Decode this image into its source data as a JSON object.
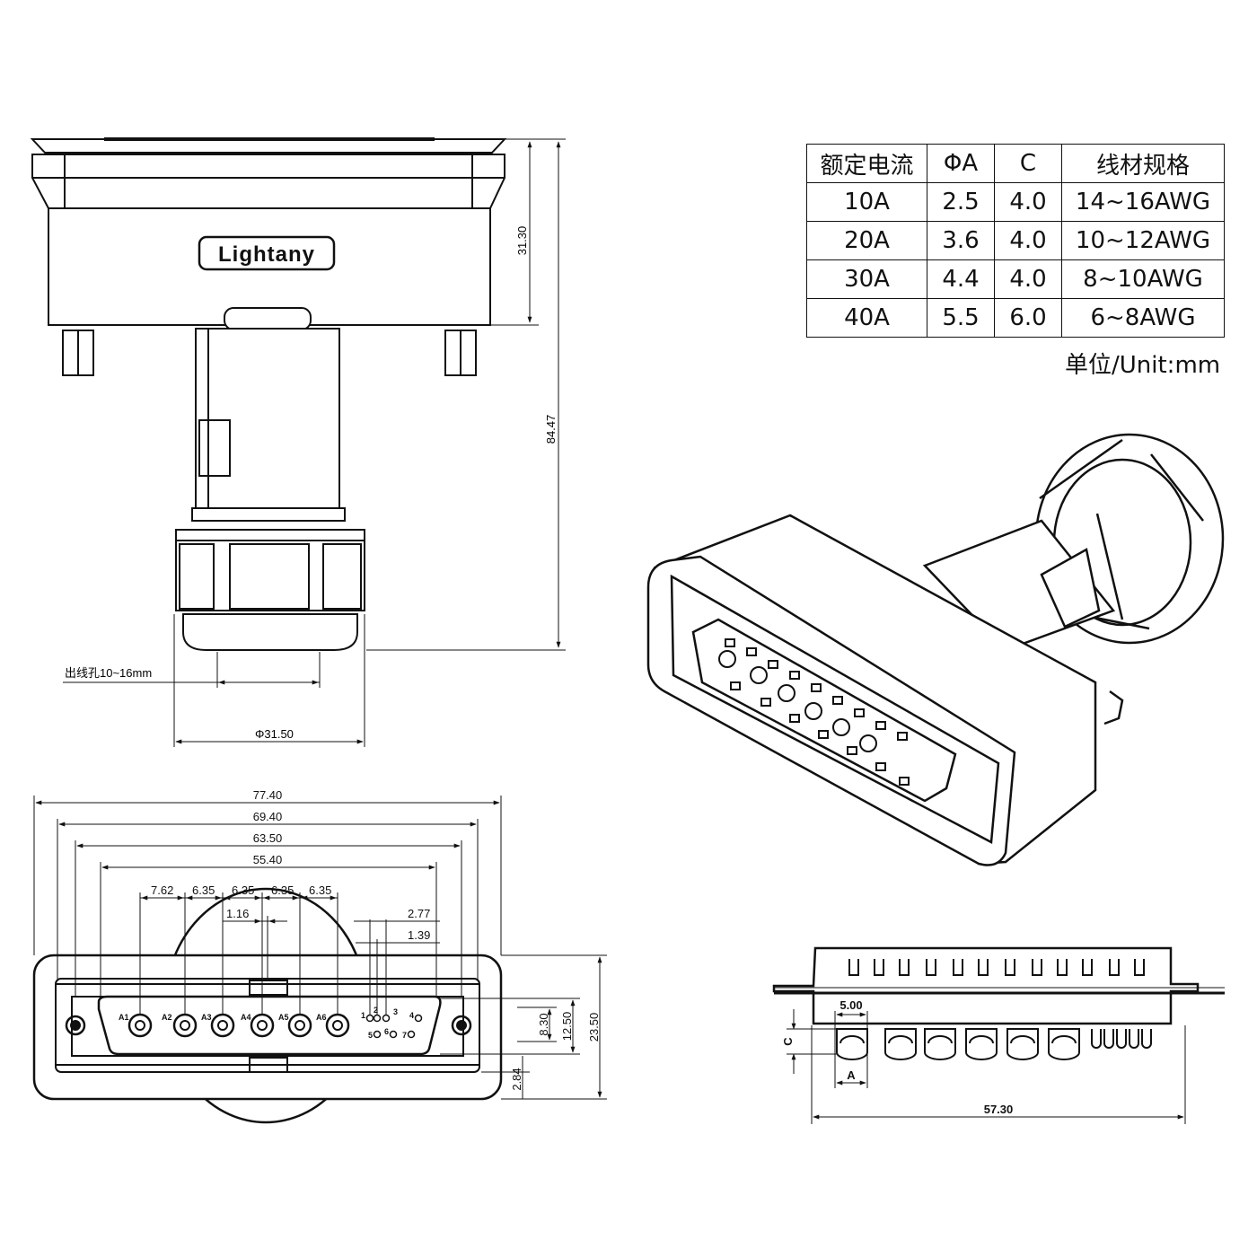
{
  "table": {
    "headers": [
      "额定电流",
      "ΦA",
      "C",
      "线材规格"
    ],
    "rows": [
      [
        "10A",
        "2.5",
        "4.0",
        "14~16AWG"
      ],
      [
        "20A",
        "3.6",
        "4.0",
        "10~12AWG"
      ],
      [
        "30A",
        "4.4",
        "4.0",
        "8~10AWG"
      ],
      [
        "40A",
        "5.5",
        "6.0",
        "6~8AWG"
      ]
    ],
    "unit_note": "单位/Unit:mm"
  },
  "brand": "Lightany",
  "side_view": {
    "dim_body_height": "31.30",
    "dim_total_height": "84.47",
    "dim_cable_hole": "出线孔10~16mm",
    "dim_nut_diameter": "Φ31.50"
  },
  "front_view": {
    "dim_total_width": "77.40",
    "dim_mount_span": "69.40",
    "dim_shell_outer": "63.50",
    "dim_shell_inner": "55.40",
    "dim_first_pitch": "7.62",
    "dim_pitch_1": "6.35",
    "dim_pitch_2": "6.35",
    "dim_pitch_3": "6.35",
    "dim_pitch_4": "6.35",
    "dim_center_offset": "1.16",
    "dim_signal_pitch": "2.77",
    "dim_signal_half": "1.39",
    "dim_inner_h": "8.30",
    "dim_shell_h": "12.50",
    "dim_flange_h": "23.50",
    "dim_bottom_offset": "2.84",
    "power_pins": [
      "A1",
      "A2",
      "A3",
      "A4",
      "A5",
      "A6"
    ],
    "signal_pins_top": [
      "1",
      "2",
      "3",
      "4"
    ],
    "signal_pins_bottom": [
      "5",
      "6",
      "7"
    ]
  },
  "bottom_view": {
    "dim_pitch": "5.00",
    "label_c": "C",
    "label_a": "A",
    "dim_length": "57.30"
  }
}
